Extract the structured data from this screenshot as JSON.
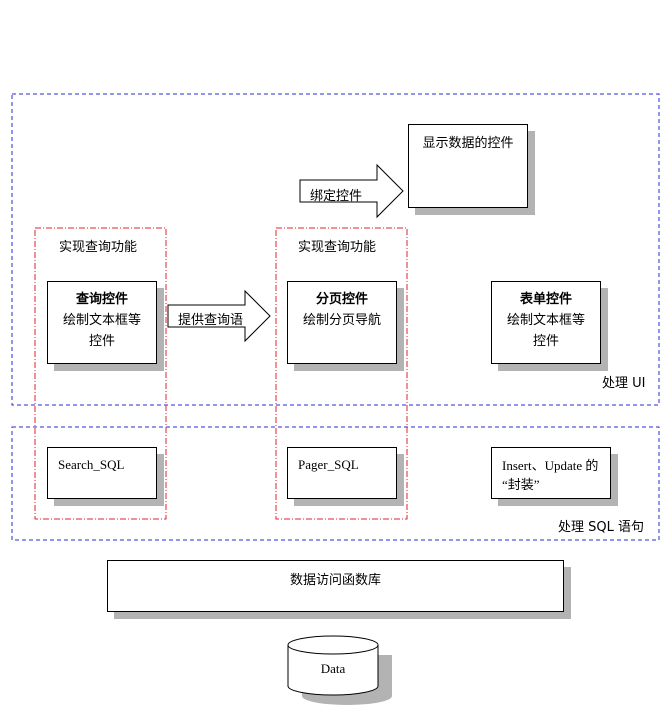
{
  "regions": {
    "ui_label": "处理 UI",
    "sql_label": "处理 SQL 语句"
  },
  "group_search": {
    "title": "实现查询功能"
  },
  "group_pager": {
    "title": "实现查询功能"
  },
  "display_control": {
    "label": "显示数据的控件"
  },
  "bind_arrow": {
    "label": "绑定控件"
  },
  "provide_arrow": {
    "label": "提供查询语"
  },
  "search_control": {
    "title": "查询控件",
    "line1": "绘制文本框等",
    "line2": "控件"
  },
  "pager_control": {
    "title": "分页控件",
    "line1": "绘制分页导航"
  },
  "form_control": {
    "title": "表单控件",
    "line1": "绘制文本框等",
    "line2": "控件"
  },
  "search_sql": {
    "label": "Search_SQL"
  },
  "pager_sql": {
    "label": "Pager_SQL"
  },
  "insert_update": {
    "line1": "Insert、Update 的",
    "line2": "“封装”"
  },
  "data_access": {
    "label": "数据访问函数库"
  },
  "database": {
    "label": "Data"
  },
  "colors": {
    "blue_dash": "#2b2bd6",
    "red_dash": "#e0262b",
    "shadow": "#b3b3b3"
  }
}
